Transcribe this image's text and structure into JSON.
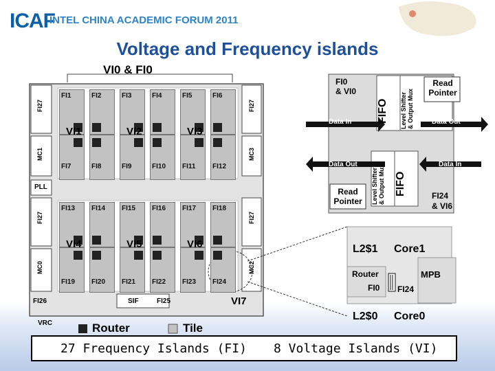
{
  "header": {
    "logo": "ICAF",
    "forum": "INTEL CHINA ACADEMIC FORUM 2011"
  },
  "title": "Voltage and Frequency islands",
  "chip": {
    "top_label": "VI0 & FI0",
    "tiles_row1": [
      "FI1",
      "FI2",
      "FI3",
      "FI4",
      "FI5",
      "FI6"
    ],
    "tiles_row2": [
      "FI7",
      "FI8",
      "FI9",
      "FI10",
      "FI11",
      "FI12"
    ],
    "tiles_row3": [
      "FI13",
      "FI14",
      "FI15",
      "FI16",
      "FI17",
      "FI18"
    ],
    "tiles_row4": [
      "FI19",
      "FI20",
      "FI21",
      "FI22",
      "FI23",
      "FI24"
    ],
    "vi_labels": [
      "VI1",
      "VI2",
      "VI3",
      "VI4",
      "VI5",
      "VI6",
      "VI7"
    ],
    "left_side": [
      "FI27",
      "MC1",
      "PLL",
      "FI27",
      "MC0",
      "FI26",
      "VRC"
    ],
    "right_side": [
      "FI27",
      "MC3",
      "FI27",
      "MC2"
    ],
    "sif": "SIF",
    "fi25": "FI25"
  },
  "legend": {
    "router": "Router",
    "tile": "Tile"
  },
  "detail": {
    "fi0_vi0": [
      "FI0",
      "& VI0"
    ],
    "fifo": "FIFO",
    "level_shifter": [
      "Level Shifter",
      "& Output Mux"
    ],
    "read_pointer": [
      "Read",
      "Pointer"
    ],
    "data_in": "Data In",
    "data_out": "Data Out",
    "fi24_vi6": [
      "FI24",
      "& VI6"
    ]
  },
  "core": {
    "l2_1": "L2$1",
    "core1": "Core1",
    "router": "Router",
    "mpb": "MPB",
    "fi0": "FI0",
    "fi24": "FI24",
    "l2_0": "L2$0",
    "core0": "Core0"
  },
  "bottom": {
    "fi_text": "27 Frequency Islands (FI)",
    "vi_text": "8 Voltage Islands (VI)"
  },
  "colors": {
    "title": "#1d4f9a",
    "logo": "#0b61a8",
    "tile": "#c2c2c2",
    "chip_bg": "#e3e3e3"
  }
}
